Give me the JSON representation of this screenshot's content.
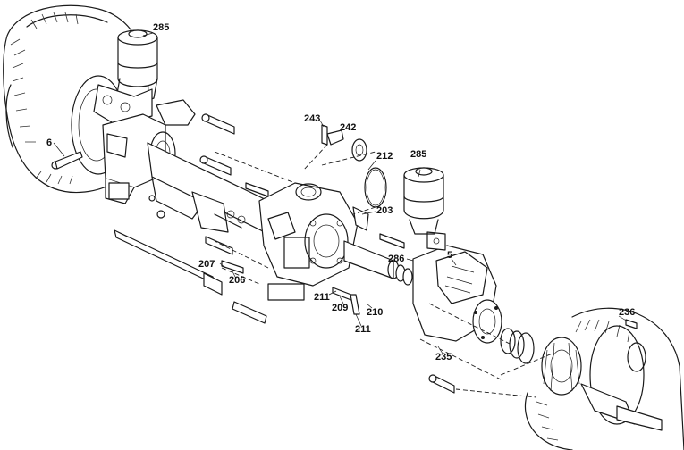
{
  "callouts": {
    "c285a": "285",
    "c6": "6",
    "c243": "243",
    "c242": "242",
    "c212": "212",
    "c285b": "285",
    "c203": "203",
    "c5": "5",
    "c286": "286",
    "c207": "207",
    "c206": "206",
    "c211a": "211",
    "c209": "209",
    "c210": "210",
    "c211b": "211",
    "c235": "235",
    "c236": "236"
  }
}
